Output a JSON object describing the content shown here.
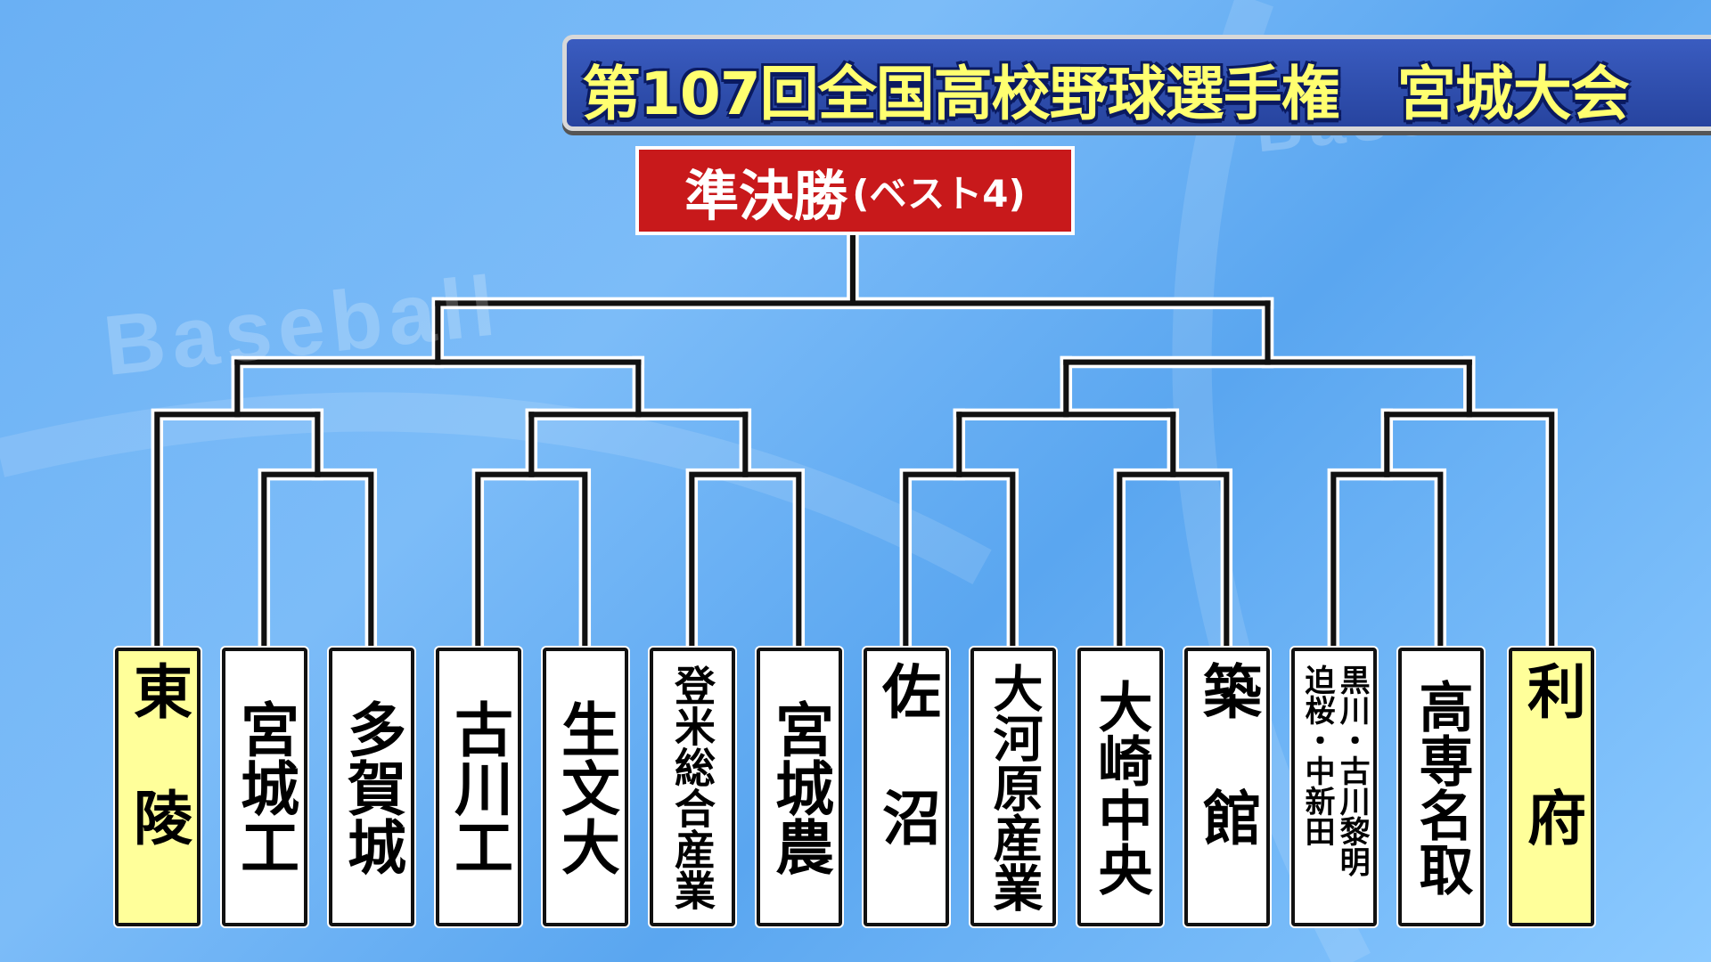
{
  "title": "第107回全国高校野球選手権　宮城大会",
  "round": {
    "main": "準決勝",
    "sub": "(ベスト4)"
  },
  "watermark": "Baseball",
  "colors": {
    "highlight": "#ffff9a",
    "round_box": "#c8191b",
    "title_bar": "#2a4aa6",
    "title_text": "#ffff70"
  },
  "teams": [
    {
      "name": "東陵",
      "highlighted": true
    },
    {
      "name": "宮城工",
      "highlighted": false
    },
    {
      "name": "多賀城",
      "highlighted": false
    },
    {
      "name": "古川工",
      "highlighted": false
    },
    {
      "name": "生文大",
      "highlighted": false
    },
    {
      "name": "登米総合産業",
      "highlighted": false
    },
    {
      "name": "宮城農",
      "highlighted": false
    },
    {
      "name": "佐沼",
      "highlighted": false
    },
    {
      "name": "大河原産業",
      "highlighted": false
    },
    {
      "name": "大崎中央",
      "highlighted": false
    },
    {
      "name": "築館",
      "highlighted": false
    },
    {
      "name": "黒川・古川黎明",
      "name2": "迫桜・中新田",
      "highlighted": false
    },
    {
      "name": "高専名取",
      "highlighted": false
    },
    {
      "name": "利府",
      "highlighted": true
    }
  ]
}
